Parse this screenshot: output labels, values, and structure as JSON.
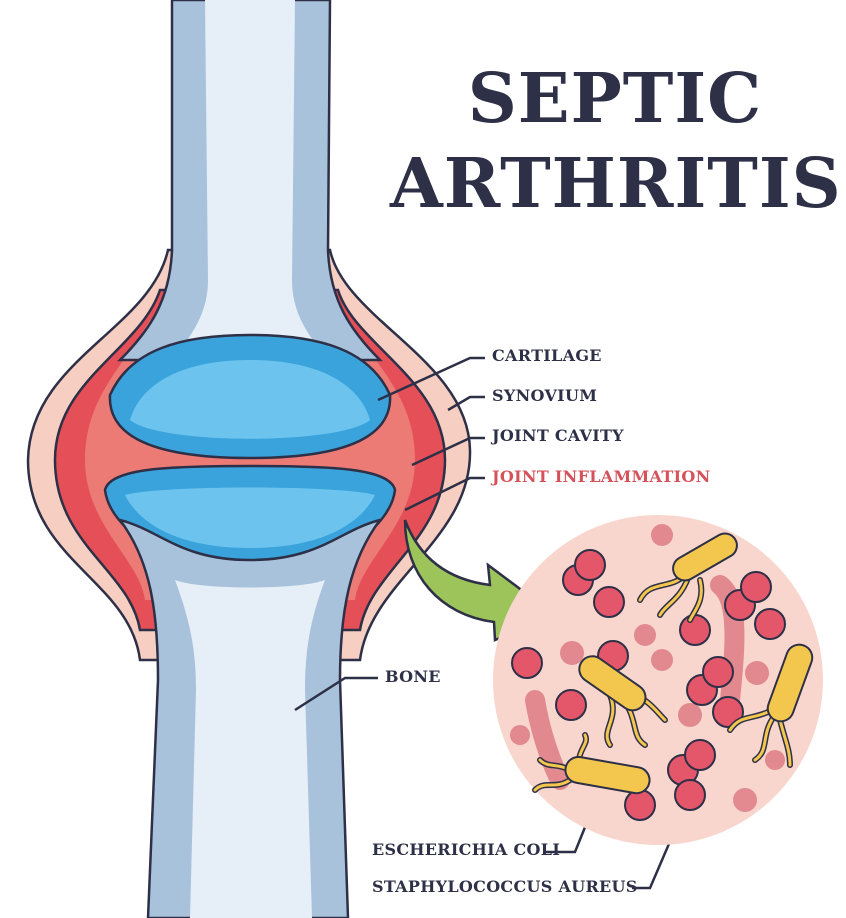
{
  "title": {
    "line1": "SEPTIC",
    "line2": "ARTHRITIS"
  },
  "labels": {
    "cartilage": "CARTILAGE",
    "synovium": "SYNOVIUM",
    "joint_cavity": "JOINT CAVITY",
    "joint_inflammation": "JOINT INFLAMMATION",
    "bone": "BONE",
    "ecoli": "ESCHERICHIA COLI",
    "staph": "STAPHYLOCOCCUS AUREUS"
  },
  "colors": {
    "text": "#2d3047",
    "inflammation": "#d5525a",
    "cartilage": "#3aa3dc",
    "bone": "#b7cde2",
    "synovium": "#f6cbbd",
    "arrow": "#9cc45a",
    "bacteria": "#f3c64e",
    "cocci": "#e4566a"
  }
}
